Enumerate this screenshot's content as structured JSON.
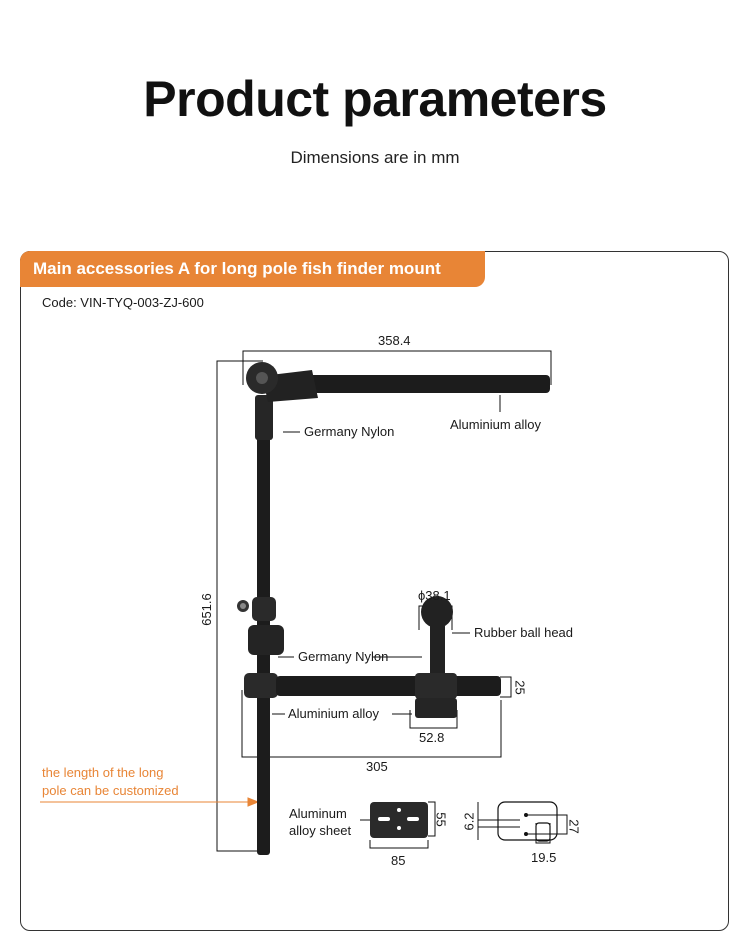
{
  "header": {
    "title": "Product parameters",
    "subtitle": "Dimensions are in mm"
  },
  "panel": {
    "tab_label": "Main accessories A for long pole fish finder mount",
    "code": "Code: VIN-TYQ-003-ZJ-600",
    "accent_color": "#E88536",
    "labels": {
      "nylon_top": "Germany Nylon",
      "alloy_top": "Aluminium alloy",
      "ball_head": "Rubber ball head",
      "nylon_lower": "Germany Nylon",
      "alloy_lower": "Aluminium alloy",
      "sheet_line1": "Aluminum",
      "sheet_line2": "alloy sheet",
      "custom_line1": "the length of the long",
      "custom_line2": "pole can be customized"
    },
    "dimensions": {
      "top_arm": "358.4",
      "height": "651.6",
      "ball": "ϕ38.1",
      "tube": "25",
      "base": "52.8",
      "lower_arm": "305",
      "sheet_h": "55",
      "sheet_w": "85",
      "slot": "6.2",
      "hole_spacing": "27",
      "boss": "19.5"
    }
  }
}
